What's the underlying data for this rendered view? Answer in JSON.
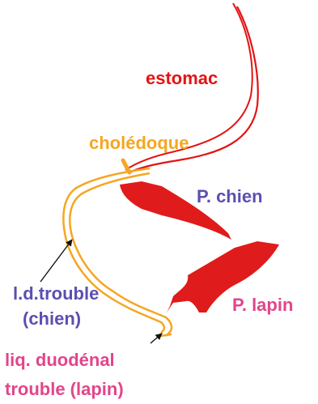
{
  "labels": {
    "estomac": "estomac",
    "choledoque": "cholédoque",
    "p_chien": "P. chien",
    "p_lapin": "P. lapin",
    "ld_trouble_line1": "l.d.trouble",
    "ld_trouble_line2": "(chien)",
    "liq_line1": "liq. duodénal",
    "liq_line2": "trouble (lapin)"
  },
  "colors": {
    "stomach": "#e41313",
    "duodenum": "#f5a623",
    "pancreas": "#e01b1b",
    "blue_text": "#5a4fb0",
    "pink_text": "#e2458a",
    "orange_text": "#f5a623",
    "red_text": "#e41313",
    "arrow": "#111111"
  }
}
